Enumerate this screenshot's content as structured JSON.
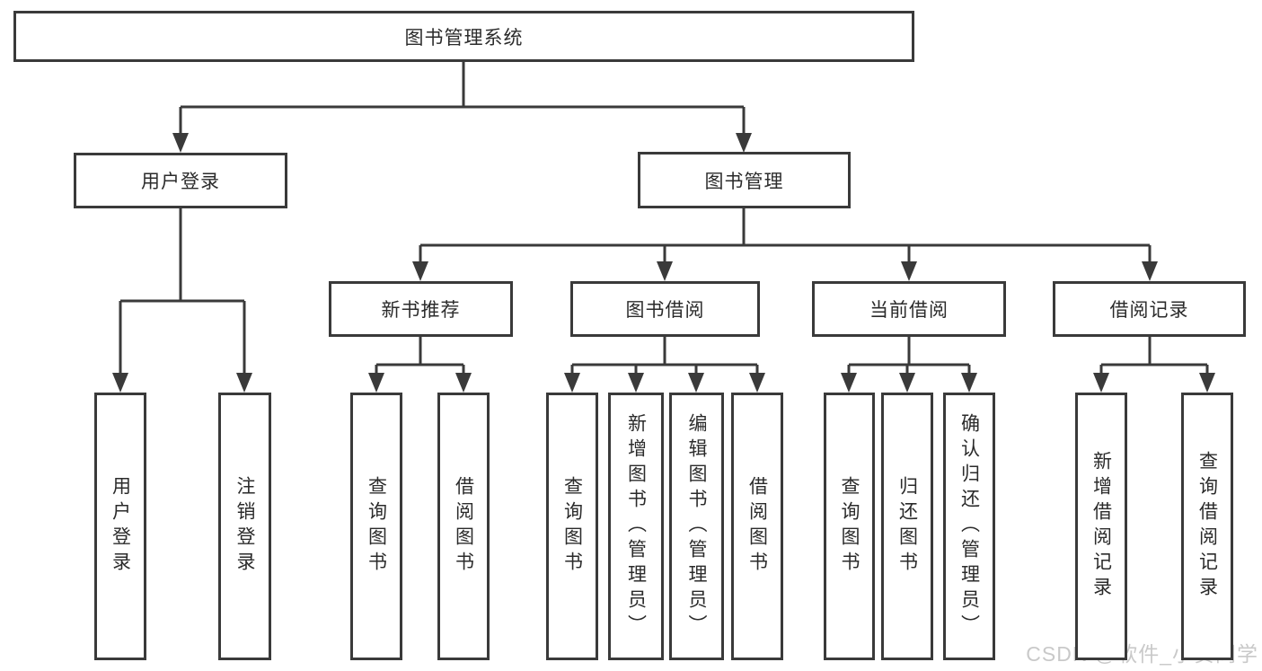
{
  "diagram": {
    "root": {
      "label": "图书管理系统"
    },
    "level2": [
      {
        "label": "用户登录"
      },
      {
        "label": "图书管理"
      }
    ],
    "level3": [
      {
        "label": "新书推荐"
      },
      {
        "label": "图书借阅"
      },
      {
        "label": "当前借阅"
      },
      {
        "label": "借阅记录"
      }
    ],
    "leaves": {
      "user_login": [
        {
          "label": "用户登录"
        },
        {
          "label": "注销登录"
        }
      ],
      "new_book": [
        {
          "label": "查询图书"
        },
        {
          "label": "借阅图书"
        }
      ],
      "book_borrow": [
        {
          "label": "查询图书"
        },
        {
          "label": "新增图书（管理员）"
        },
        {
          "label": "编辑图书（管理员）"
        },
        {
          "label": "借阅图书"
        }
      ],
      "current_borrow": [
        {
          "label": "查询图书"
        },
        {
          "label": "归还图书"
        },
        {
          "label": "确认归还（管理员）"
        }
      ],
      "borrow_records": [
        {
          "label": "新增借阅记录"
        },
        {
          "label": "查询借阅记录"
        }
      ]
    }
  },
  "watermark": {
    "text": "CSDN @软件_小贺同学"
  },
  "colors": {
    "line": "#3a3a3a",
    "text": "#2b2b2b",
    "watermark": "#c9c9c9",
    "background": "#ffffff"
  }
}
